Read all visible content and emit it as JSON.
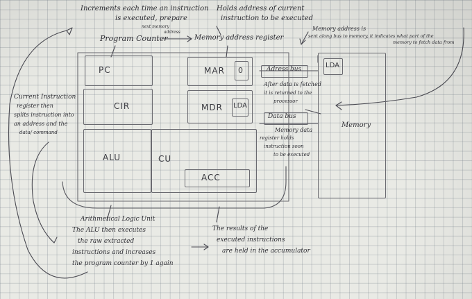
{
  "components": {
    "pc": "PC",
    "cir": "CIR",
    "alu": "ALU",
    "cu": "CU",
    "mar": "MAR",
    "mar_value": "0",
    "mdr": "MDR",
    "mdr_value": "LDA",
    "acc": "ACC",
    "memory": "Memory",
    "memory_value": "LDA",
    "address_bus": "Adress bus",
    "data_bus": "Data bus"
  },
  "notes": {
    "top_left_1": "Increments each time an instruction",
    "top_left_2": "is executed, prepare",
    "top_left_3": "next memory",
    "top_left_4": "address",
    "program_counter": "Program Counter",
    "memory_address_register": "Memory address register",
    "top_mid_1": "Holds address of current",
    "top_mid_2": "instruction to be executed",
    "top_right_1": "Memory address is",
    "top_right_2": "sent along bus to memory, it indicates what part of the",
    "top_right_3": "memory to fetch data from",
    "cir_note_1": "Current Instruction",
    "cir_note_2": "register then",
    "cir_note_3": "splits instruction into",
    "cir_note_4": "an address and the",
    "cir_note_5": "data/ command",
    "fetched_1": "After data is fetched",
    "fetched_2": "it is returned to the",
    "fetched_3": "processor",
    "mdr_note_1": "Memory data",
    "mdr_note_2": "register holds",
    "mdr_note_3": "instruction soon",
    "mdr_note_4": "to be executed",
    "alu_note_1": "Arithmetical Logic Unit",
    "alu_note_2": "The ALU then executes",
    "alu_note_3": "the raw extracted",
    "alu_note_4": "instructions and increases",
    "alu_note_5": "the program counter by 1 again",
    "results_1": "The results of the",
    "results_2": "executed instructions",
    "results_3": "are held in the accumulator"
  }
}
